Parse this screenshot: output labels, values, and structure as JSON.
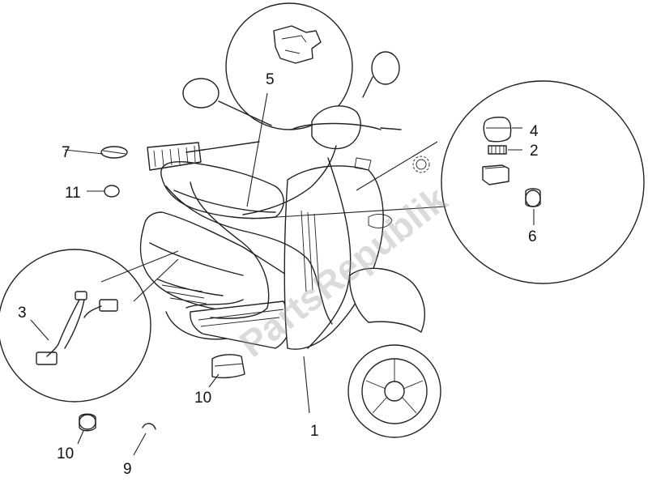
{
  "diagram": {
    "watermark": "PartsRepublik",
    "callouts": [
      {
        "id": "c1",
        "label": "1"
      },
      {
        "id": "c2",
        "label": "2"
      },
      {
        "id": "c3",
        "label": "3"
      },
      {
        "id": "c4",
        "label": "4"
      },
      {
        "id": "c5",
        "label": "5"
      },
      {
        "id": "c6",
        "label": "6"
      },
      {
        "id": "c7",
        "label": "7"
      },
      {
        "id": "c9",
        "label": "9"
      },
      {
        "id": "c10a",
        "label": "10"
      },
      {
        "id": "c10b",
        "label": "10"
      },
      {
        "id": "c11",
        "label": "11"
      }
    ]
  }
}
